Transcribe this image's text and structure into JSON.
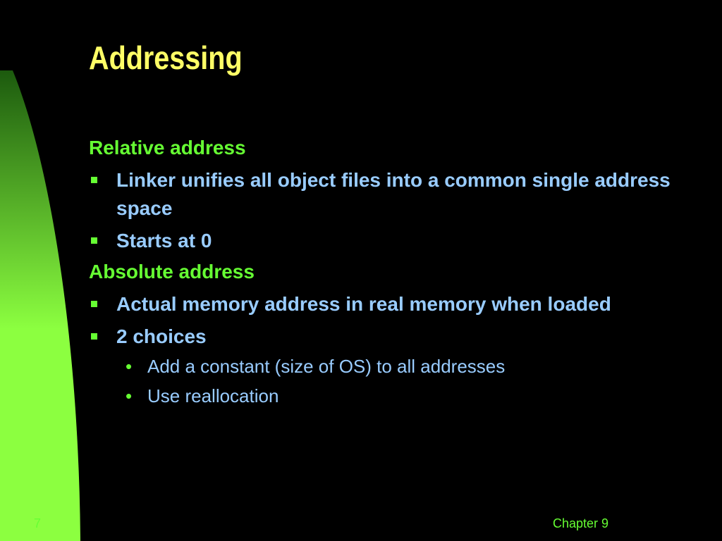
{
  "colors": {
    "background": "#000000",
    "title": "#FFFF66",
    "heading": "#66FF33",
    "bullet_text": "#99CCFF",
    "bullet_marker": "#66FF33",
    "footer": "#66FF33",
    "band_light": "#8CFF40",
    "band_dark": "#1C5A0E"
  },
  "slide": {
    "title": "Addressing",
    "sections": [
      {
        "heading": "Relative address",
        "bullets": [
          {
            "text": "Linker unifies all object files into a common single address space"
          },
          {
            "text": "Starts at 0"
          }
        ]
      },
      {
        "heading": "Absolute address",
        "bullets": [
          {
            "text": "Actual memory address in real memory when loaded"
          },
          {
            "text": "2 choices",
            "sub_marker": "•",
            "sub_bullets": [
              "Add a constant (size of OS) to all addresses",
              "Use reallocation"
            ]
          }
        ]
      }
    ]
  },
  "footer": {
    "page_number": "7",
    "chapter": "Chapter 9"
  }
}
